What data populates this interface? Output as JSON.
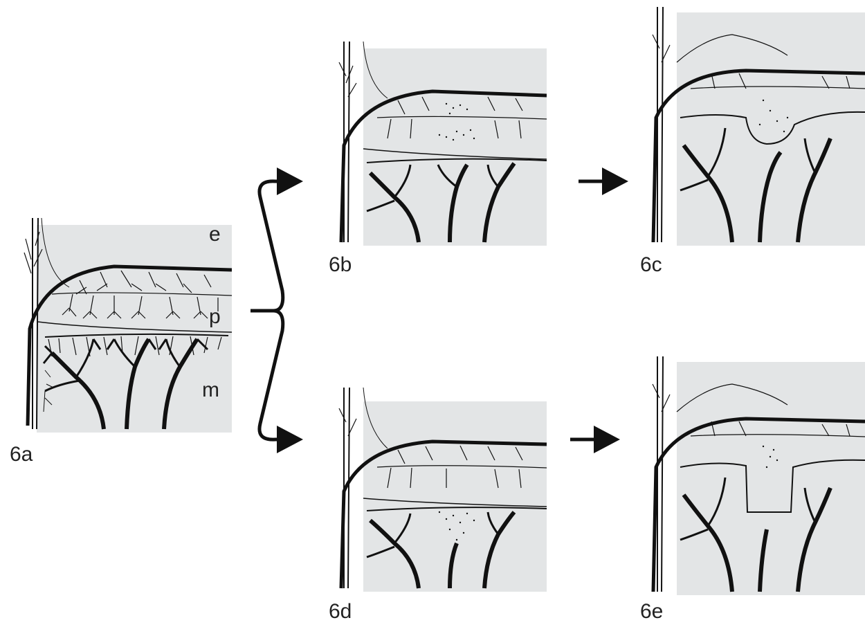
{
  "panels": [
    {
      "id": "6a",
      "label": "6a"
    },
    {
      "id": "6b",
      "label": "6b"
    },
    {
      "id": "6c",
      "label": "6c"
    },
    {
      "id": "6d",
      "label": "6d"
    },
    {
      "id": "6e",
      "label": "6e"
    }
  ],
  "layer_labels": {
    "e": "e",
    "p": "p",
    "m": "m"
  },
  "colors": {
    "background_gray": "#e3e5e6",
    "ink": "#111111"
  }
}
